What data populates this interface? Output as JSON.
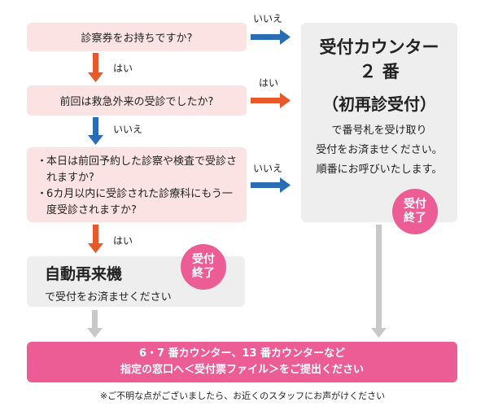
{
  "questions": {
    "q1": "診察券をお持ちですか?",
    "q2": "前回は救急外来の受診でしたか?",
    "q3_items": [
      {
        "bullet": "・",
        "text": "本日は前回予約した診察や検査で受診されますか?"
      },
      {
        "bullet": "・",
        "text": "6カ月以内に受診された診療科にもう一度受診されますか?"
      }
    ]
  },
  "labels": {
    "yes": "はい",
    "no": "いいえ"
  },
  "counter": {
    "title1": "受付カウンター",
    "title2": "２ 番",
    "title3": "（初再診受付）",
    "lines": [
      "で番号札を受け取り",
      "受付をお済ませください。",
      "順番にお呼びいたします。"
    ]
  },
  "auto_machine": {
    "title": "自動再来機",
    "subtitle": "で受付をお済ませください"
  },
  "badge": {
    "line1": "受付",
    "line2": "終了"
  },
  "bottom": {
    "line1": "6・7 番カウンター、13 番カウンターなど",
    "line2": "指定の窓口へ＜受付票ファイル＞をご提出ください"
  },
  "note": "※ご不明な点がございましたら、お近くのスタッフにお声がけください",
  "colors": {
    "question_bg": "#fbe3e3",
    "gray_bg": "#eeeeee",
    "accent_pink": "#ec5c95",
    "arrow_orange": "#e8592a",
    "arrow_blue": "#2a6db5",
    "arrow_gray": "#c8c8c8"
  }
}
